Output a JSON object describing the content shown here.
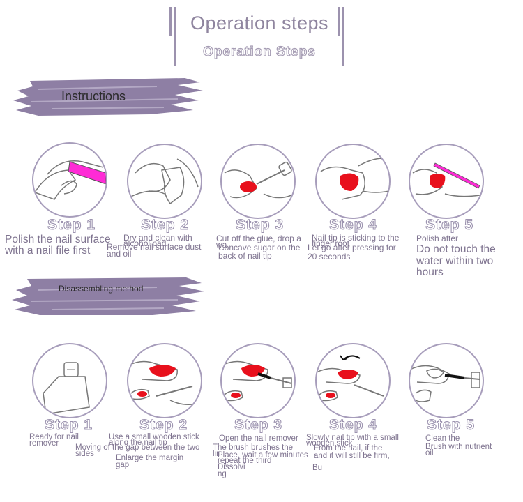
{
  "header": {
    "title": "Operation steps",
    "subtitle": "Operation Steps"
  },
  "sections": {
    "instructions_label": "Instructions",
    "disassembling_label": "Disassembling method"
  },
  "steps": [
    "Step 1",
    "Step 2",
    "Step 3",
    "Step 4",
    "Step 5"
  ],
  "instructions": {
    "s1": [
      "Polish the nail surface",
      "with a nail file first"
    ],
    "s2": [
      "Dry and clean with",
      "alcohol pad",
      "Remove nail surface dust",
      "and oil"
    ],
    "s3": [
      "Cut off the glue, drop a",
      "wa",
      "Concave sugar on the",
      "back of nail tip"
    ],
    "s4": [
      "Nail tip is sticking to the",
      "finger root",
      "Let go after pressing for",
      "20 seconds"
    ],
    "s5": [
      "Polish after",
      "Do not touch the",
      "water within two",
      "hours"
    ]
  },
  "disassembling": {
    "s1": [
      "Ready for nail",
      "remover"
    ],
    "s2": [
      "Use a small wooden stick",
      "along the nail tip",
      "Moving of the gap between the two",
      "sides",
      "Enlarge the margin",
      "gap"
    ],
    "s3": [
      "Open the nail remover",
      "The brush brushes the",
      "Place, wait a few minutes",
      "repeat the third",
      "Dissolvi",
      "ng",
      "lin"
    ],
    "s4": [
      "Slowly nail tip with a small",
      "wooden stick",
      "From the nail, if the",
      "and it will still be firm,",
      "Bu"
    ],
    "s5": [
      "Clean the",
      "Brush with nutrient",
      "oil"
    ]
  },
  "colors": {
    "accent": "#9c92ae",
    "brush": "#8e7fa4",
    "nail_pink": "#ff2bd6",
    "nail_red": "#e8101c",
    "text": "#7f7490"
  }
}
